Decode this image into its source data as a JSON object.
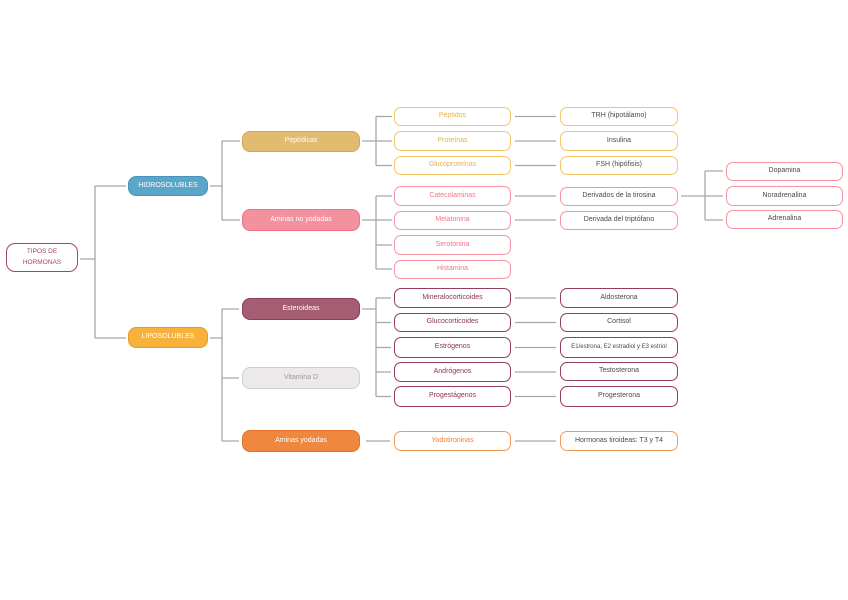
{
  "colors": {
    "connector": "#a4a7aa",
    "blue": "#5aa6cb",
    "tan": "#e2bb71",
    "gold_outline": "#f6c468",
    "gold_text": "#eab049",
    "pink": "#f4919e",
    "maroon_fill": "#a55d73",
    "maroon_outline": "#963c57",
    "orange_fill": "#ef883e",
    "orange_outline": "#f19a58",
    "gray_fill": "#ebe9ea",
    "root_accent": "#a34564",
    "dark_text": "#4a4a4a"
  },
  "mindmap": {
    "root": {
      "label": "TIPOS DE HORMONAS"
    },
    "hidrosolubles": {
      "label": "HIDROSOLUBLES",
      "peptidicas": {
        "label": "Peptídicas",
        "rows": [
          {
            "tipo": "Péptidos",
            "ejemplo": "TRH (hipotálamo)"
          },
          {
            "tipo": "Proteínas",
            "ejemplo": "Insulina"
          },
          {
            "tipo": "Glucoproteínas",
            "ejemplo": "FSH (hipófisis)"
          }
        ]
      },
      "aminas_no_yodadas": {
        "label": "Aminas no yodadas",
        "tipos": [
          "Catecolaminas",
          "Melatonina",
          "Serotonina",
          "Histamina"
        ],
        "derivados": [
          {
            "label": "Derivados de la tirosina"
          },
          {
            "label": "Derivada del triptófano"
          }
        ],
        "catecolaminas": [
          "Dopamina",
          "Noradrenalina",
          "Adrenalina"
        ]
      }
    },
    "liposolubles": {
      "label": "LIPOSOLUBLES",
      "esteroideas": {
        "label": "Esteroideas",
        "rows": [
          {
            "tipo": "Mineralocorticoides",
            "ejemplo": "Aldosterona"
          },
          {
            "tipo": "Glucocorticoides",
            "ejemplo": "Cortisol"
          },
          {
            "tipo": "Estrógenos",
            "ejemplo": "E1/estrona, E2 estradiol y E3 estriol"
          },
          {
            "tipo": "Andrógenos",
            "ejemplo": "Testosterona"
          },
          {
            "tipo": "Progestágenos",
            "ejemplo": "Progesterona"
          }
        ]
      },
      "vitamina_d": {
        "label": "Vitamina D"
      },
      "aminas_yodadas": {
        "label": "Aminas yodadas",
        "tipo": "Yodotironinas",
        "ejemplo": "Hormonas tiroideas: T3 y T4"
      }
    }
  }
}
